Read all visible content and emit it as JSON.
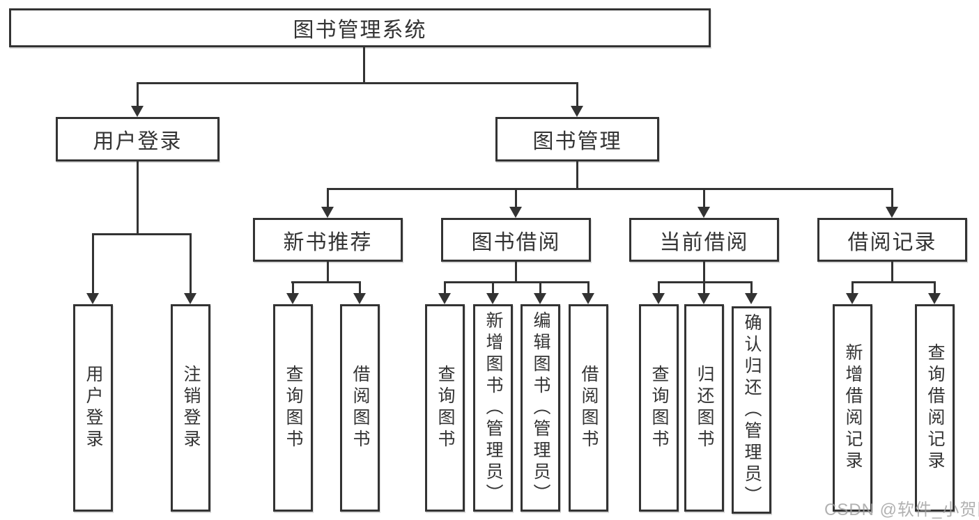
{
  "diagram": {
    "type": "function-structure-tree",
    "colors": {
      "background": "#ffffff",
      "line": "#333333",
      "text": "#333333",
      "node_fill": "#ffffff",
      "watermark": "#9e9e9e"
    },
    "tree": {
      "root": {
        "label": "图书管理系统",
        "children": [
          {
            "label": "用户登录",
            "children": [
              {
                "label": "用户登录"
              },
              {
                "label": "注销登录"
              }
            ]
          },
          {
            "label": "图书管理",
            "children": [
              {
                "label": "新书推荐",
                "children": [
                  {
                    "label": "查询图书"
                  },
                  {
                    "label": "借阅图书"
                  }
                ]
              },
              {
                "label": "图书借阅",
                "children": [
                  {
                    "label": "查询图书"
                  },
                  {
                    "label": "新增图书（管理员）"
                  },
                  {
                    "label": "编辑图书（管理员）"
                  },
                  {
                    "label": "借阅图书"
                  }
                ]
              },
              {
                "label": "当前借阅",
                "children": [
                  {
                    "label": "查询图书"
                  },
                  {
                    "label": "归还图书"
                  },
                  {
                    "label": "确认归还（管理员）"
                  }
                ]
              },
              {
                "label": "借阅记录",
                "children": [
                  {
                    "label": "新增借阅记录"
                  },
                  {
                    "label": "查询借阅记录"
                  }
                ]
              }
            ]
          }
        ]
      }
    },
    "watermark": {
      "text": "CSDN @软件_小贺同学"
    }
  }
}
